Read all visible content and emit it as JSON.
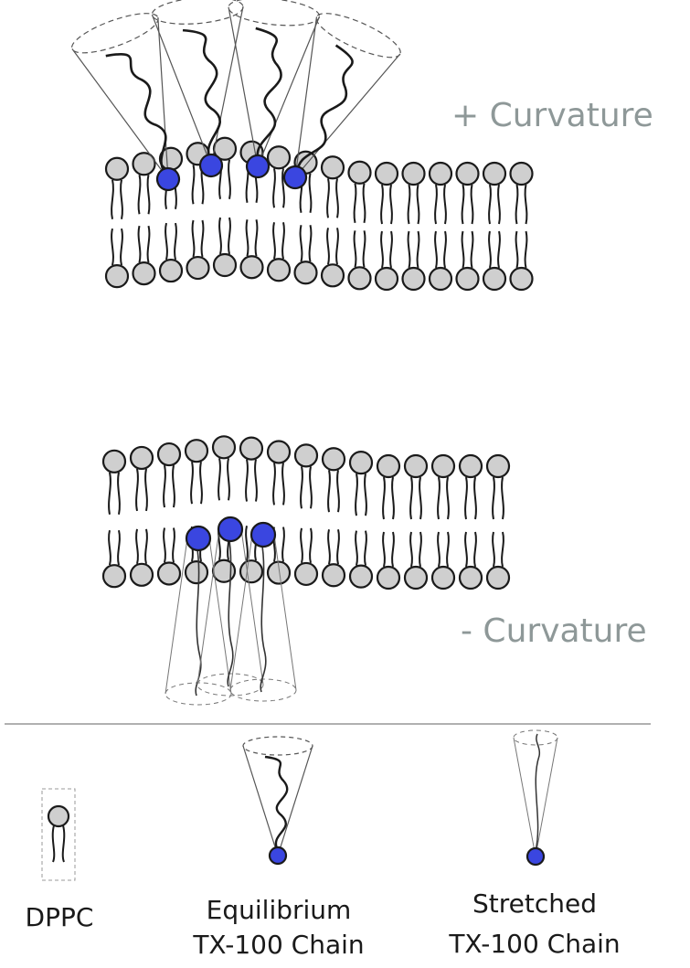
{
  "top_panel": {
    "label": "+ Curvature"
  },
  "bottom_panel": {
    "label": "- Curvature"
  },
  "legend": {
    "dppc": {
      "label": "DPPC"
    },
    "equilibrium": {
      "line1": "Equilibrium",
      "line2": "TX-100 Chain"
    },
    "stretched": {
      "line1": "Stretched",
      "line2": "TX-100 Chain"
    }
  },
  "colors": {
    "lipid_head": "#cfcfcf",
    "tx100_head": "#3a46e0",
    "outline": "#1a1a1a",
    "label_gray": "#8e9898",
    "divider": "#b0b0b0"
  }
}
